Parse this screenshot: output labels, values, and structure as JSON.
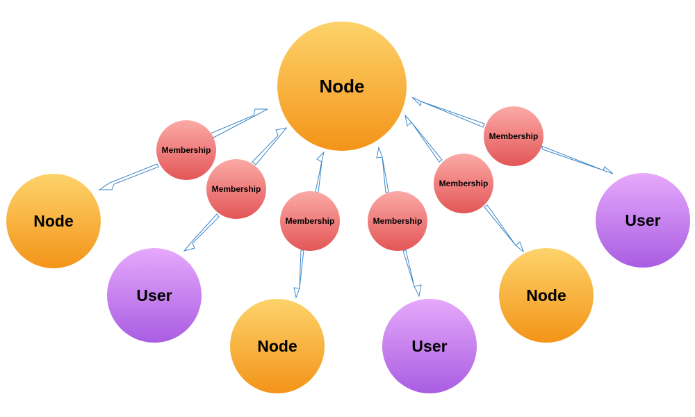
{
  "diagram": {
    "center": {
      "label": "Node",
      "kind": "node"
    },
    "nodes": [
      {
        "label": "Node",
        "kind": "node"
      },
      {
        "label": "User",
        "kind": "user"
      },
      {
        "label": "Node",
        "kind": "node"
      },
      {
        "label": "User",
        "kind": "user"
      },
      {
        "label": "Node",
        "kind": "node"
      },
      {
        "label": "User",
        "kind": "user"
      }
    ],
    "memberships": [
      {
        "label": "Membership"
      },
      {
        "label": "Membership"
      },
      {
        "label": "Membership"
      },
      {
        "label": "Membership"
      },
      {
        "label": "Membership"
      },
      {
        "label": "Membership"
      }
    ]
  },
  "colors": {
    "node_top": "#fdd36b",
    "node_bottom": "#f39418",
    "user_top": "#e6a9fb",
    "user_bottom": "#a95de2",
    "membership_top": "#fbaaa6",
    "membership_bottom": "#e35657",
    "connector": "#3b86c8"
  }
}
